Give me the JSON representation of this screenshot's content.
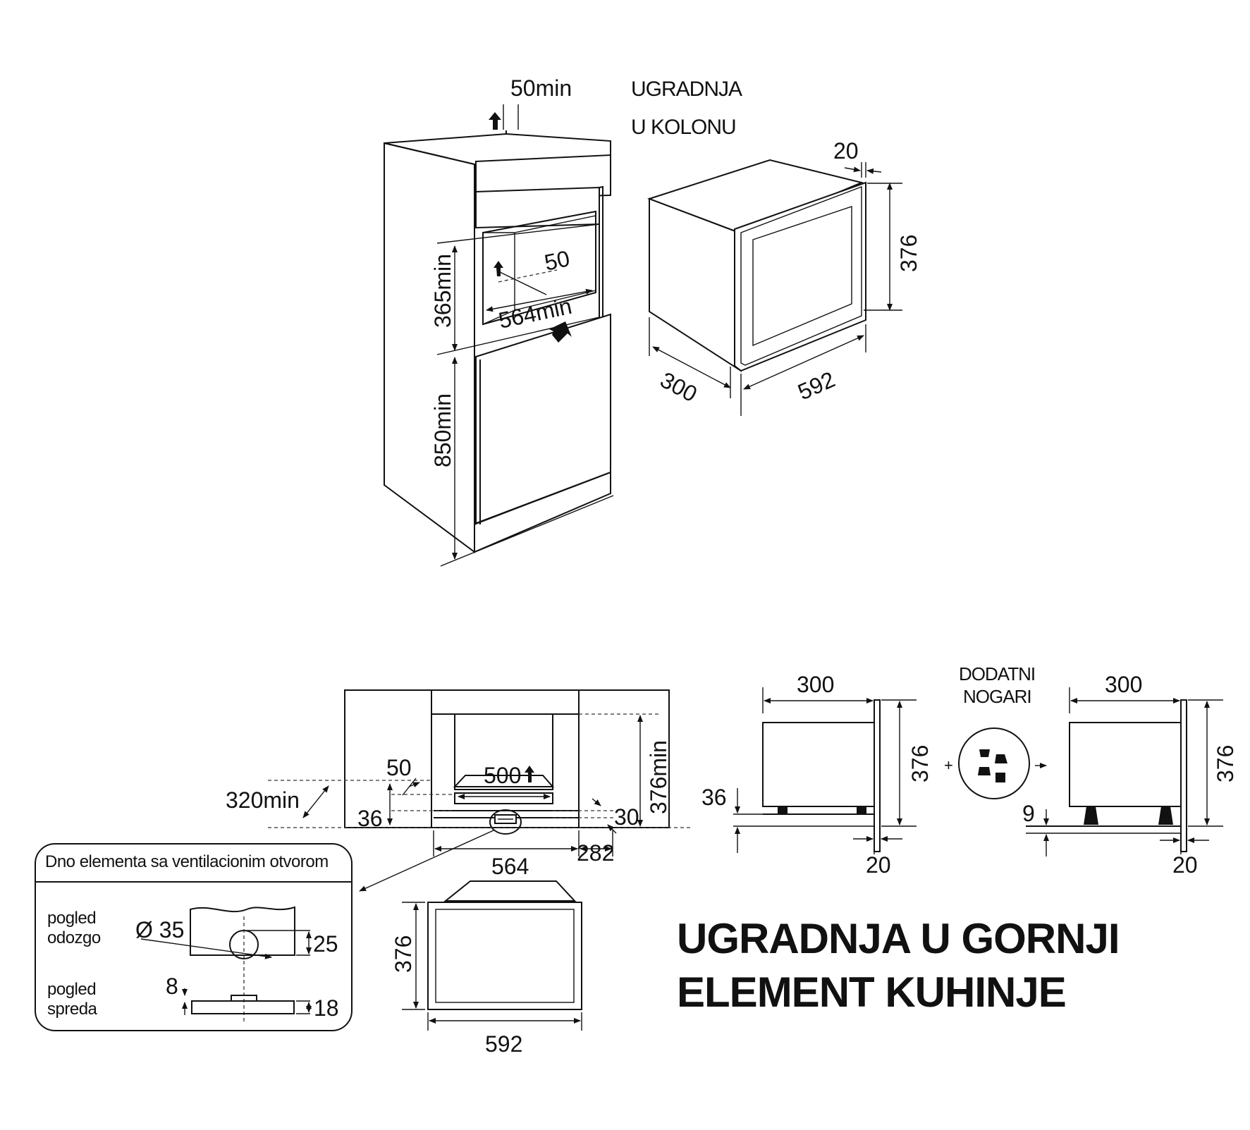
{
  "column_install": {
    "title_line1": "UGRADNJA",
    "title_line2": "U KOLONU",
    "dim_top_gap": "50min",
    "dim_niche_height": "365min",
    "dim_floor_height": "850min",
    "dim_rear_vent": "50",
    "dim_niche_width": "564min"
  },
  "appliance_3d": {
    "dim_depth_lip": "20",
    "dim_height": "376",
    "dim_depth": "300",
    "dim_width": "592"
  },
  "upper_install": {
    "dim_rear_gap": "50",
    "dim_vent_width": "500",
    "dim_clearance": "320min",
    "dim_bottom_edge": "36",
    "dim_side": "30",
    "dim_niche_height": "376min",
    "dim_niche_width": "564",
    "dim_offset": "282"
  },
  "side_view_a": {
    "dim_depth": "300",
    "dim_height": "376",
    "dim_base": "36",
    "dim_lip": "20"
  },
  "extra_feet": {
    "label_line1": "DODATNI",
    "label_line2": "NOGARI",
    "plus": "+"
  },
  "side_view_b": {
    "dim_depth": "300",
    "dim_height": "376",
    "dim_base": "9",
    "dim_lip": "20"
  },
  "vent_detail": {
    "title": "Dno elementa sa ventilacionim otvorom",
    "top_view_line1": "pogled",
    "top_view_line2": "odozgo",
    "front_view_line1": "pogled",
    "front_view_line2": "spreda",
    "dim_diameter": "Ø 35",
    "dim_offset": "25",
    "dim_depth": "8",
    "dim_thickness": "18"
  },
  "front_view": {
    "dim_height": "376",
    "dim_width": "592"
  },
  "heading": {
    "line1": "UGRADNJA U GORNJI",
    "line2": "ELEMENT KUHINJE"
  }
}
